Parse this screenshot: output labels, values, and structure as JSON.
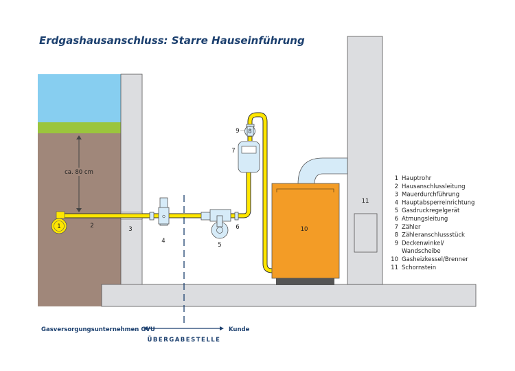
{
  "title": "Erdgashausanschluss: Starre Hauseinführung",
  "depth_label": "ca. 80 cm",
  "markers": {
    "m1": "1",
    "m2": "2",
    "m3": "3",
    "m4": "4",
    "m5": "5",
    "m6": "6",
    "m7": "7",
    "m8": "8",
    "m9": "9",
    "m10": "10",
    "m11": "11"
  },
  "legend": [
    {
      "num": "1",
      "label": "Hauptrohr"
    },
    {
      "num": "2",
      "label": "Hausanschlussleitung"
    },
    {
      "num": "3",
      "label": "Mauerdurchführung"
    },
    {
      "num": "4",
      "label": "Hauptabsperreinrichtung"
    },
    {
      "num": "5",
      "label": "Gasdruckregelgerät"
    },
    {
      "num": "6",
      "label": "Atmungsleitung"
    },
    {
      "num": "7",
      "label": "Zähler"
    },
    {
      "num": "8",
      "label": "Zähleranschlussstück"
    },
    {
      "num": "9",
      "label": "Deckenwinkel/"
    },
    {
      "num": "",
      "label": "Wandscheibe"
    },
    {
      "num": "10",
      "label": "Gasheizkessel/Brenner"
    },
    {
      "num": "11",
      "label": "Schornstein"
    }
  ],
  "boundary": {
    "left": "Gasversorgungsunternehmen GVU",
    "right": "Kunde",
    "label": "ÜBERGABESTELLE"
  },
  "colors": {
    "gas": "#ffe600",
    "boiler": "#f39c26",
    "earth": "#a0877a",
    "sky": "#87cef0",
    "grass": "#9bc53d",
    "wall": "#dcdde0",
    "accent": "#1b3f6e"
  }
}
